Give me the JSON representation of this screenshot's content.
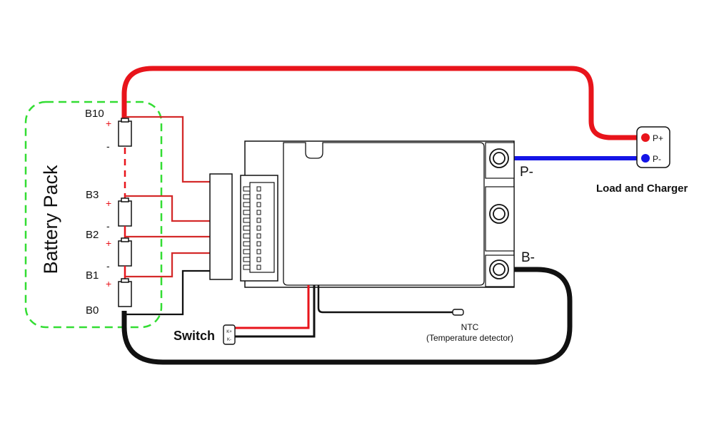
{
  "battery": {
    "group_label": "Battery Pack",
    "taps": [
      "B10",
      "B3",
      "B2",
      "B1",
      "B0"
    ],
    "plus": "+",
    "minus": "-"
  },
  "load": {
    "label": "Load and Charger",
    "p_plus": "P+",
    "p_minus": "P-"
  },
  "board": {
    "p_minus_label": "P-",
    "b_minus_label": "B-"
  },
  "switch": {
    "label": "Switch",
    "pin_top": "K+",
    "pin_bottom": "K-"
  },
  "ntc": {
    "label": "NTC",
    "sublabel": "(Temperature detector)"
  },
  "colors": {
    "positive": "#e8141b",
    "negative": "#111111",
    "load_negative": "#1414e6",
    "balance": "#d42a2a",
    "pack_outline": "#33dd33"
  }
}
